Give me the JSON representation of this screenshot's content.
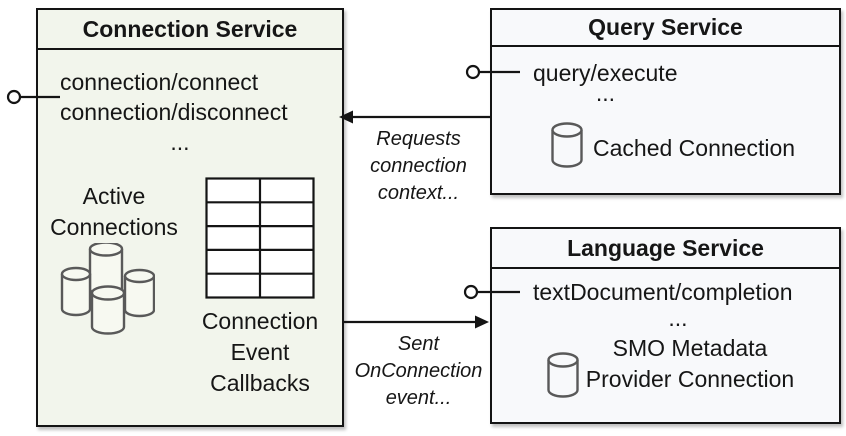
{
  "connection_service": {
    "title": "Connection Service",
    "methods": [
      "connection/connect",
      "connection/disconnect"
    ],
    "ellipsis": "...",
    "active_connections": [
      "Active",
      "Connections"
    ],
    "callbacks_label": [
      "Connection",
      "Event",
      "Callbacks"
    ]
  },
  "query_service": {
    "title": "Query Service",
    "method": "query/execute",
    "ellipsis": "...",
    "cache_label": "Cached Connection"
  },
  "language_service": {
    "title": "Language Service",
    "method": "textDocument/completion",
    "ellipsis": "...",
    "metadata_label": [
      "SMO Metadata",
      "Provider Connection"
    ]
  },
  "arrows": {
    "requests_caption": [
      "Requests",
      "connection",
      "context..."
    ],
    "sent_caption": [
      "Sent",
      "OnConnection",
      "event..."
    ]
  },
  "colors": {
    "connection_box_bg": "#f2f5ec",
    "service_box_bg": "#f8f9fb",
    "border": "#141414",
    "cylinder_stroke": "#595959",
    "text": "#161616"
  }
}
